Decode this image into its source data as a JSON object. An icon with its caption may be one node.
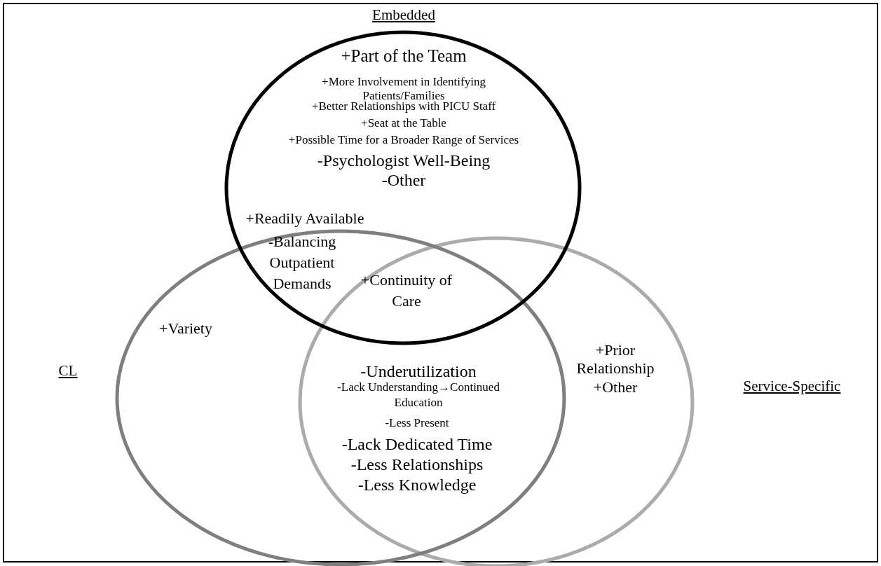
{
  "diagram": {
    "nodes": [
      {
        "text": [
          "Embedded",
          "+Part of the Team",
          "+More Involvement in Identifying Patients/Families",
          "+Better Relationships with PICU Staff",
          "+Seat at the Table",
          "+Possible Time for a Broader Range of Services",
          "-Psychologist Well-Being",
          "-Other"
        ]
      },
      {
        "text": [
          "CL",
          "+Variety"
        ]
      },
      {
        "text": [
          "Service-Specific",
          "+Prior Relationship",
          "+Other"
        ]
      }
    ],
    "labels": [
      "+Readily Available",
      "-Balancing Outpatient Demands",
      "+Continuity of Care",
      "-Underutilization",
      "-Lack Understanding→Continued Education",
      "-Less Present",
      "-Lack Dedicated Time",
      "-Less Relationships",
      "-Less Knowledge"
    ]
  }
}
